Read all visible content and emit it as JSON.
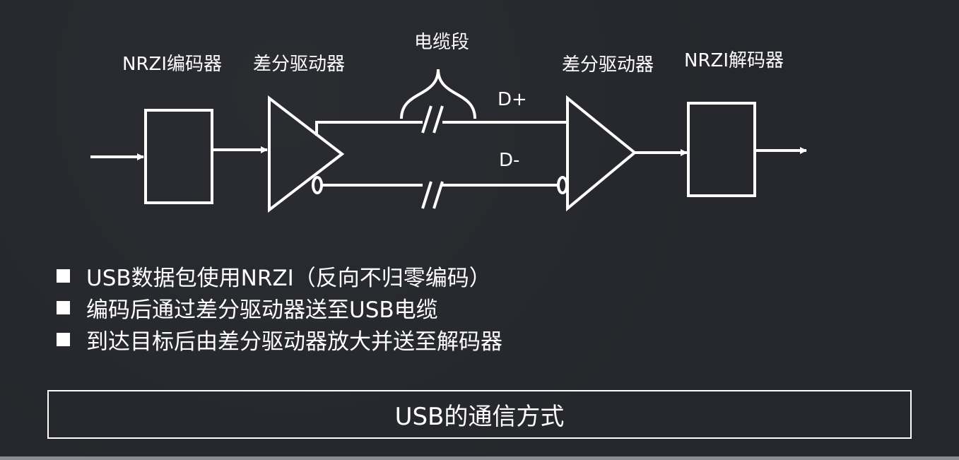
{
  "diagram": {
    "labels": {
      "nrzi_encoder": "NRZI编码器",
      "diff_driver_left": "差分驱动器",
      "cable_segment": "电缆段",
      "diff_driver_right": "差分驱动器",
      "nrzi_decoder": "NRZI解码器",
      "d_plus": "D+",
      "d_minus": "D-"
    }
  },
  "bullets": [
    "USB数据包使用NRZI（反向不归零编码）",
    "编码后通过差分驱动器送至USB电缆",
    "到达目标后由差分驱动器放大并送至解码器"
  ],
  "title": "USB的通信方式",
  "colors": {
    "background": "#25272c",
    "foreground": "#ffffff"
  }
}
